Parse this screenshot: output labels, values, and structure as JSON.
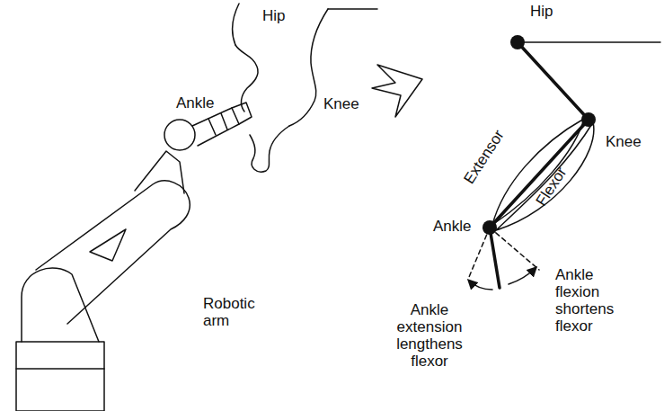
{
  "diagram": {
    "labels": [
      "Hip",
      "Knee",
      "Ankle",
      "Robotic arm",
      "Hip",
      "Knee",
      "Extensor",
      "Flexor",
      "Ankle",
      "Ankle extension lengthens flexor",
      "Ankle flexion shortens flexor"
    ]
  }
}
